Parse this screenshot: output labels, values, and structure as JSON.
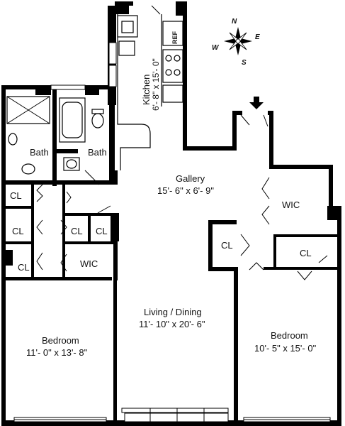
{
  "compass": {
    "north": "N",
    "south": "S",
    "east": "E",
    "west": "W"
  },
  "rooms": {
    "kitchen": {
      "name": "Kitchen",
      "size": "6'- 8\" x 15'- 0\""
    },
    "ref": "REF",
    "bath_left": "Bath",
    "bath_right": "Bath",
    "gallery": {
      "name": "Gallery",
      "size": "15'- 6\" x 6'- 9\""
    },
    "living": {
      "name": "Living / Dining",
      "size": "11'- 10\" x 20'- 6\""
    },
    "bedroom_left": {
      "name": "Bedroom",
      "size": "11'- 0\" x 13'- 8\""
    },
    "bedroom_right": {
      "name": "Bedroom",
      "size": "10'- 5\" x 15'- 0\""
    },
    "cl_left_1": "CL",
    "cl_left_2": "CL",
    "cl_left_3": "CL",
    "cl_mid_1": "CL",
    "cl_mid_2": "CL",
    "wic_left": "WIC",
    "wic_right": "WIC",
    "cl_right_small": "CL",
    "cl_right_large": "CL"
  },
  "colors": {
    "wall": "#000000",
    "background": "#ffffff"
  }
}
